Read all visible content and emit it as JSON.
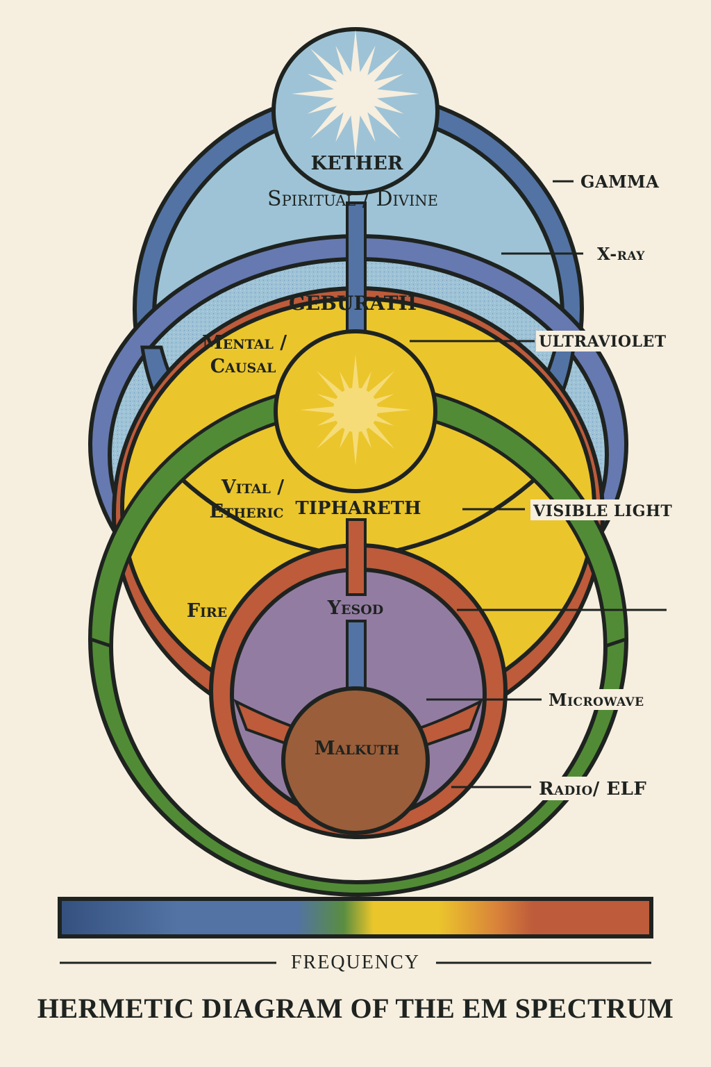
{
  "colors": {
    "background": "#f6eedf",
    "ink": "#1e2320",
    "gamma_blue": "#5273a4",
    "uv_violet": "#6679b0",
    "pale_blue": "#9ec3d6",
    "green": "#528b36",
    "yellow": "#ebc52c",
    "orange": "#bd5b3b",
    "lavender": "#937ca2",
    "brown": "#9a5e3a",
    "star": "#f6eedf"
  },
  "nodes": {
    "kether": "KETHER",
    "geburath": "GEBURATH",
    "tiphareth": "TIPHARETH",
    "yesod": "Yesod",
    "malkuth": "Malkuth"
  },
  "planes": {
    "spiritual": "Spiritual / Divine",
    "mental_line1": "Mental /",
    "mental_line2": "Causal",
    "vital_line1": "Vital /",
    "vital_line2": "Etheric",
    "fire": "Fire"
  },
  "bands": {
    "gamma": "GAMMA",
    "xray": "X-ray",
    "ultraviolet": "ULTRAVIOLET",
    "visible": "VISIBLE LIGHT",
    "microwave": "Microwave",
    "radio": "Radio/ ELF"
  },
  "icons": {
    "kether": "star-icon",
    "tiphareth": "sun-icon"
  },
  "spectrum_bar": {
    "axis_label": "FREQUENCY",
    "stops": [
      "#3d5f94",
      "#5273a4",
      "#5273a4",
      "#528b36",
      "#ebc52c",
      "#ebc52c",
      "#d9823a",
      "#bd5b3b",
      "#bd5b3b"
    ]
  },
  "title": "HERMETIC DIAGRAM OF THE EM SPECTRUM"
}
